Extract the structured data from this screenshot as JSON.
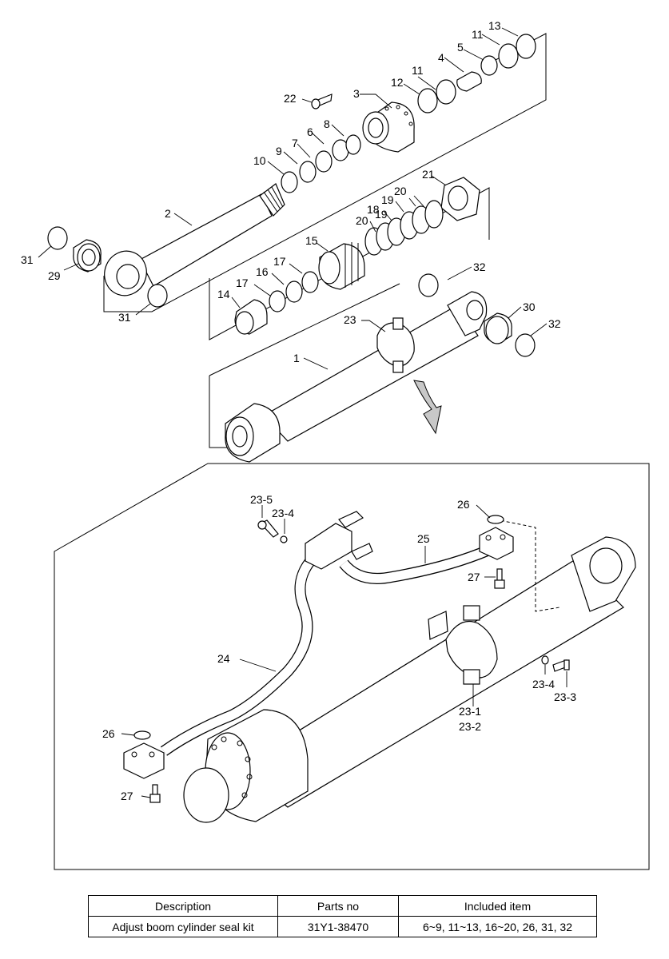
{
  "diagram": {
    "labels": {
      "l1": "1",
      "l2": "2",
      "l3": "3",
      "l4": "4",
      "l5": "5",
      "l6": "6",
      "l7": "7",
      "l8": "8",
      "l9": "9",
      "l10": "10",
      "l11a": "11",
      "l11b": "11",
      "l12": "12",
      "l13": "13",
      "l14": "14",
      "l15": "15",
      "l16": "16",
      "l17a": "17",
      "l17b": "17",
      "l18": "18",
      "l19a": "19",
      "l19b": "19",
      "l20a": "20",
      "l20b": "20",
      "l21": "21",
      "l22": "22",
      "l23": "23",
      "l29": "29",
      "l30": "30",
      "l31a": "31",
      "l31b": "31",
      "l32a": "32",
      "l32b": "32",
      "d23_5": "23-5",
      "d23_4a": "23-4",
      "d26a": "26",
      "d25": "25",
      "d27a": "27",
      "d24": "24",
      "d23_4b": "23-4",
      "d23_3": "23-3",
      "d23_1": "23-1",
      "d23_2": "23-2",
      "d26b": "26",
      "d27b": "27"
    }
  },
  "table": {
    "headers": [
      "Description",
      "Parts no",
      "Included item"
    ],
    "rows": [
      [
        "Adjust boom cylinder seal kit",
        "31Y1-38470",
        "6~9, 11~13, 16~20, 26, 31, 32"
      ]
    ]
  }
}
